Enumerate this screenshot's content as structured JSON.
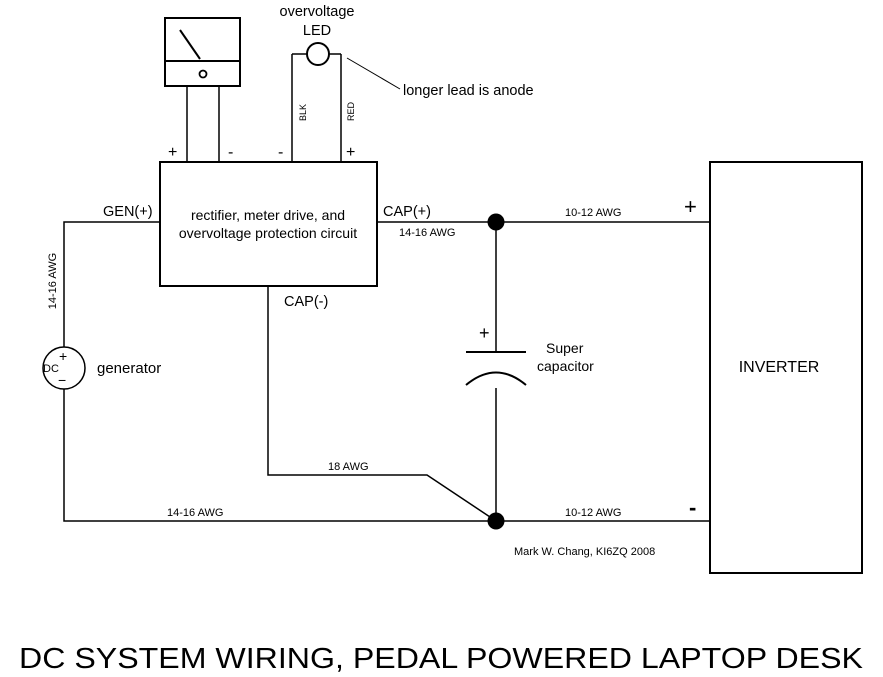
{
  "title": "DC SYSTEM WIRING, PEDAL POWERED LAPTOP DESK",
  "credit": "Mark W. Chang, KI6ZQ 2008",
  "meter": {
    "plus": "+",
    "minus": "-"
  },
  "led": {
    "label_line1": "overvoltage",
    "label_line2": "LED",
    "callout": "longer lead is anode",
    "blk": "BLK",
    "red": "RED",
    "minus": "-",
    "plus": "+"
  },
  "circuit_box": {
    "line1": "rectifier, meter drive, and",
    "line2": "overvoltage protection circuit",
    "gen_plus": "GEN(+)",
    "cap_plus": "CAP(+)",
    "cap_minus": "CAP(-)"
  },
  "wires": {
    "gen_left": "14-16 AWG",
    "cap_plus_wire": "14-16 AWG",
    "top_right": "10-12 AWG",
    "bottom_left": "14-16 AWG",
    "bottom_right": "10-12 AWG",
    "cap_minus_wire": "18 AWG"
  },
  "generator": {
    "symbol": "DC",
    "label": "generator",
    "plus": "+",
    "minus": "−"
  },
  "capacitor": {
    "plus": "+",
    "label_line1": "Super",
    "label_line2": "capacitor"
  },
  "inverter": {
    "label": "INVERTER",
    "plus": "+",
    "minus": "-"
  }
}
